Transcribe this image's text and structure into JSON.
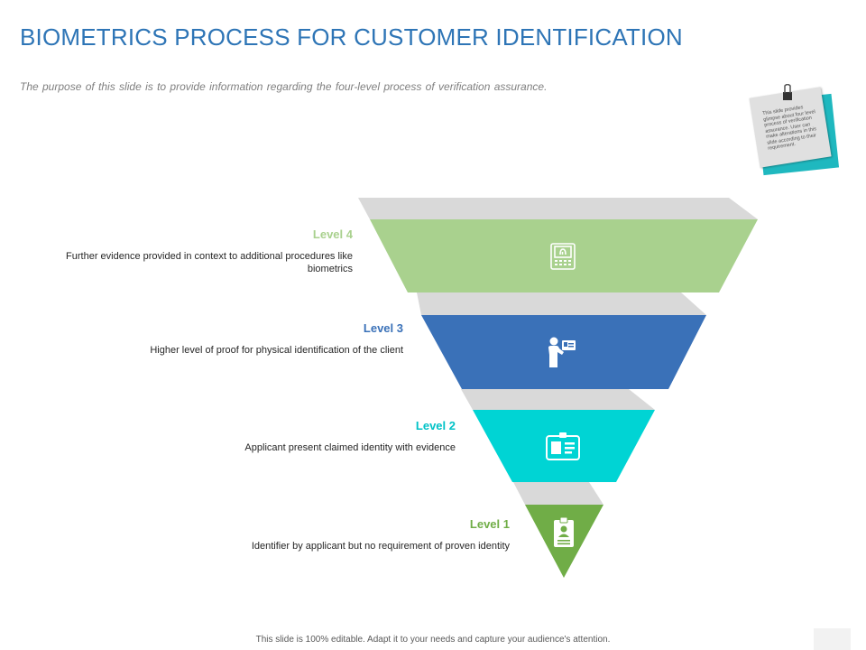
{
  "title": "BIOMETRICS PROCESS FOR CUSTOMER IDENTIFICATION",
  "subtitle": "The purpose of this slide is to provide information regarding the four-level process of verification assurance.",
  "note": {
    "text": "This slide provides glimpse about four level process of verification assurance. User can make alterations in this slide according to their requirement."
  },
  "levels": [
    {
      "name": "Level 4",
      "description": "Further evidence provided in context to additional procedures like biometrics",
      "color": "#a9d18e",
      "icon": "fingerprint-scanner-icon"
    },
    {
      "name": "Level 3",
      "description": "Higher level of proof for physical identification of the client",
      "color": "#3a71b8",
      "icon": "person-showing-id-icon"
    },
    {
      "name": "Level 2",
      "description": "Applicant present claimed identity with evidence",
      "color": "#00d4d4",
      "icon": "id-card-icon"
    },
    {
      "name": "Level 1",
      "description": "Identifier by applicant but no requirement of proven identity",
      "color": "#70ad47",
      "icon": "clipboard-profile-icon"
    }
  ],
  "footer": "This slide is 100% editable. Adapt it to your needs and capture your audience's attention."
}
